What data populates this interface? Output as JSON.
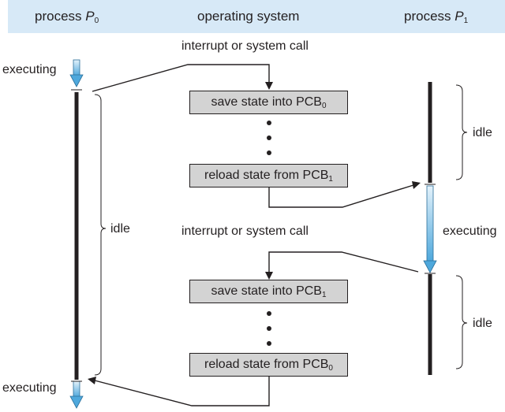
{
  "header": {
    "left": {
      "label": "process ",
      "var": "P",
      "sub": "0"
    },
    "center": {
      "label": "operating system"
    },
    "right": {
      "label": "process ",
      "var": "P",
      "sub": "1"
    }
  },
  "labels": {
    "interrupt_top": "interrupt or system call",
    "interrupt_mid": "interrupt or system call",
    "executing_p0_top": "executing",
    "executing_p0_bottom": "executing",
    "executing_p1": "executing",
    "idle_p0": "idle",
    "idle_p1_top": "idle",
    "idle_p1_bottom": "idle"
  },
  "boxes": [
    {
      "label": "save state into PCB",
      "sub": "0"
    },
    {
      "label": "reload state from PCB",
      "sub": "1"
    },
    {
      "label": "save state into PCB",
      "sub": "1"
    },
    {
      "label": "reload state from PCB",
      "sub": "0"
    }
  ],
  "colors": {
    "header_bg": "#d7e9f7",
    "arrow_blue": "#4ea8dc",
    "box_fill": "#d3d3d3",
    "line": "#231f20"
  }
}
